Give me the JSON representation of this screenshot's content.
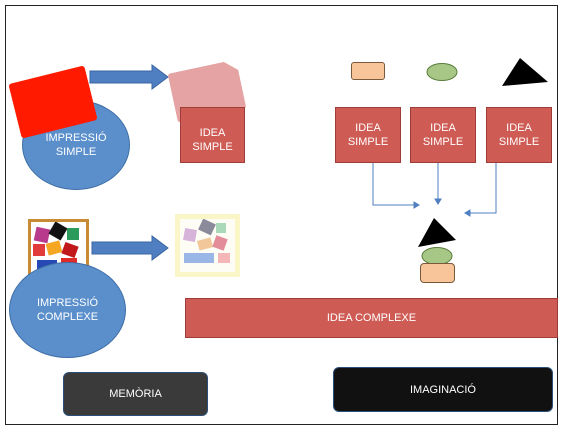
{
  "simple_impression": {
    "line1": "IMPRESSIÓ",
    "line2": "SIMPLE"
  },
  "simple_idea": {
    "line1": "IDEA",
    "line2": "SIMPLE"
  },
  "simple_ideas_right": [
    {
      "line1": "IDEA",
      "line2": "SIMPLE"
    },
    {
      "line1": "IDEA",
      "line2": "SIMPLE"
    },
    {
      "line1": "IDEA",
      "line2": "SIMPLE"
    }
  ],
  "complex_impression": {
    "line1": "IMPRESSIÓ",
    "line2": "COMPLEXE"
  },
  "complex_idea": {
    "label": "IDEA COMPLEXE"
  },
  "memory": {
    "label": "MEMÒRIA"
  },
  "imagination": {
    "label": "IMAGINACIÓ"
  },
  "colors": {
    "idea_box": "#cf5b55",
    "impression_ellipse": "#5b8fcc",
    "arrow": "#4f7fc0",
    "memory_box": "#3a3a3a",
    "imagination_box": "#111111",
    "red_shape": "#ff1a00",
    "faded_shape": "#e6a3a3"
  }
}
